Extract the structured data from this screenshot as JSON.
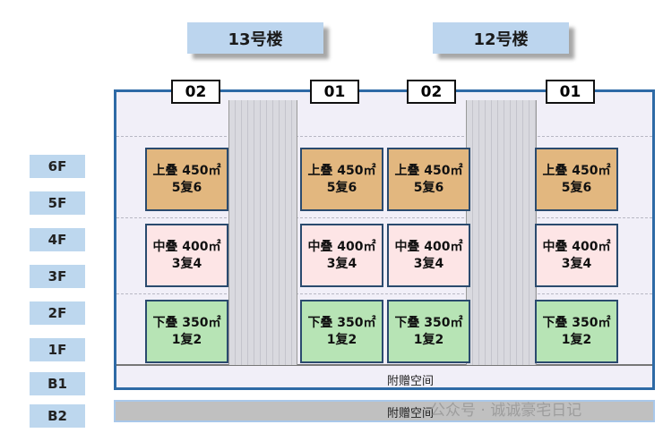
{
  "buildings": [
    {
      "name": "13号楼"
    },
    {
      "name": "12号楼"
    }
  ],
  "units": [
    "02",
    "01",
    "02",
    "01"
  ],
  "floors": [
    "6F",
    "5F",
    "4F",
    "3F",
    "2F",
    "1F",
    "B1",
    "B2"
  ],
  "stacks": {
    "top": {
      "name": "上叠 450㎡",
      "type": "5复6"
    },
    "mid": {
      "name": "中叠 400㎡",
      "type": "3复4"
    },
    "bot": {
      "name": "下叠 350㎡",
      "type": "1复2"
    }
  },
  "basement": {
    "b1": "附赠空间",
    "b2": "附赠空间"
  },
  "watermark": "公众号 · 诚诚豪宅日记",
  "colors": {
    "top": "#e2b77f",
    "mid": "#fde5e6",
    "bot": "#b7e4b5",
    "frame": "#2e6aa6",
    "label_bg": "#bdd7ee"
  }
}
